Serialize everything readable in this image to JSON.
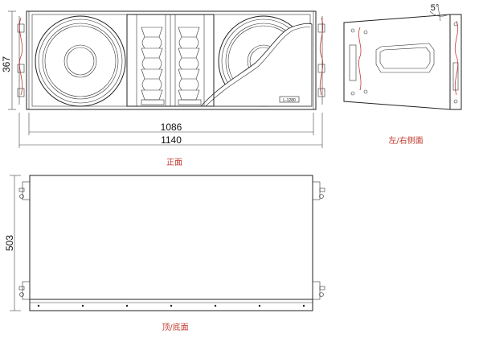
{
  "views": {
    "front": {
      "caption": "正面",
      "dims": {
        "inner_width": "1086",
        "overall_width": "1140",
        "height": "367"
      },
      "badge": "L-1280"
    },
    "side": {
      "caption": "左/右侧面",
      "angle": "5°"
    },
    "top": {
      "caption": "顶/底面",
      "dims": {
        "depth": "503"
      }
    }
  },
  "colors": {
    "line": "#222222",
    "accent_red": "#c0392b"
  }
}
